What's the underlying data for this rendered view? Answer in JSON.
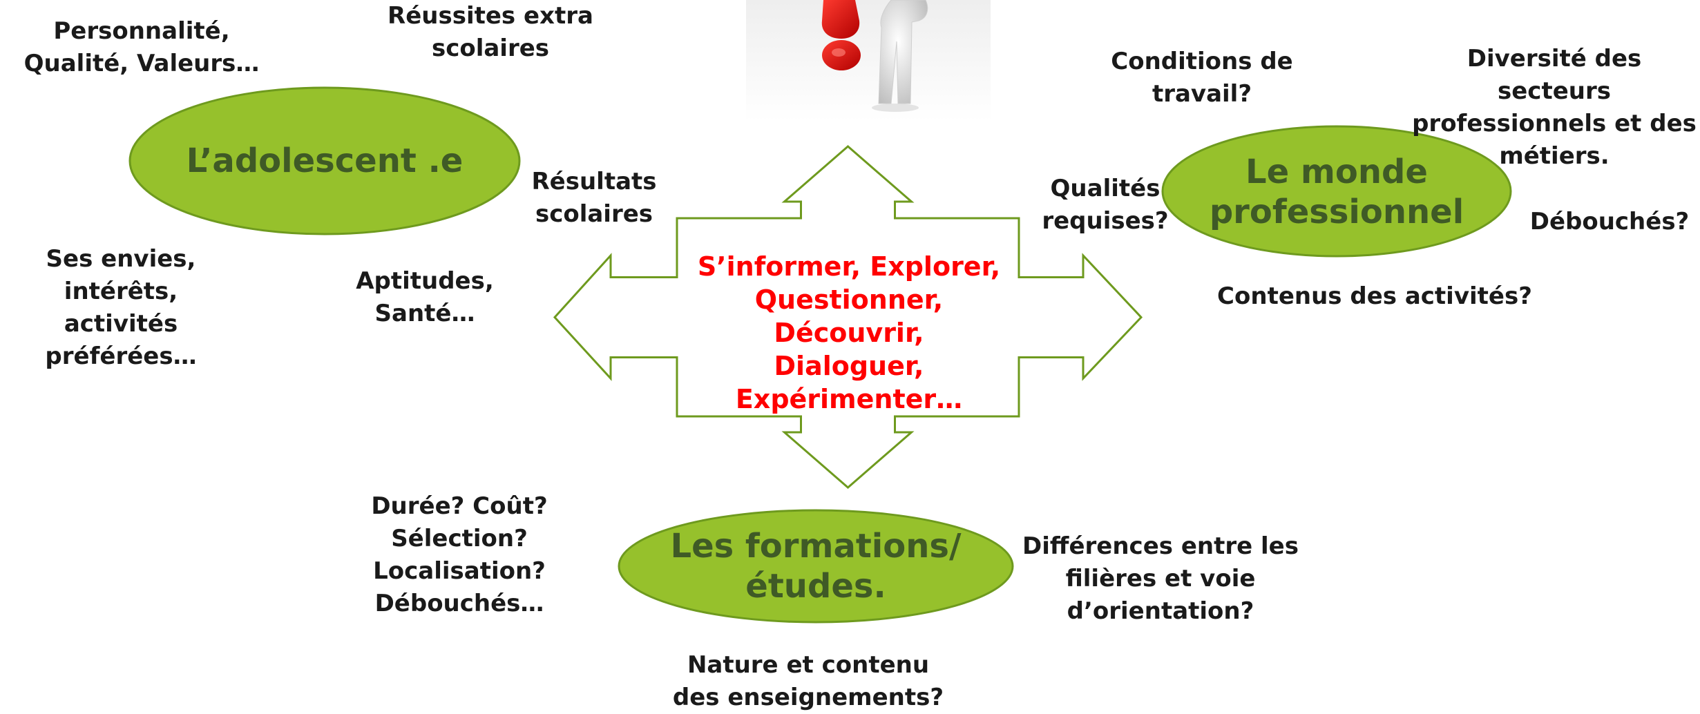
{
  "colors": {
    "ellipse_fill": "#96c12c",
    "ellipse_stroke": "#6e9a1e",
    "arrow_stroke": "#6e9a1e",
    "node_text": "#3f5a26",
    "center_text": "#ff0000",
    "label_text": "#1a1a1a"
  },
  "center": {
    "text": "S’informer, Explorer,\nQuestionner, Découvrir,\nDialoguer,\nExpérimenter…"
  },
  "nodes": {
    "adolescent": "L’adolescent .e",
    "monde_pro": "Le monde\nprofessionnel",
    "formations": "Les formations/\nétudes."
  },
  "labels": {
    "personnalite": "Personnalité,\nQualité, Valeurs…",
    "reussites": "Réussites extra\nscolaires",
    "resultats": "Résultats\nscolaires",
    "envies": "Ses envies, intérêts,\nactivités préférées…",
    "aptitudes": "Aptitudes,\nSanté…",
    "conditions": "Conditions de\ntravail?",
    "diversite": "Diversité des secteurs\nprofessionnels et des\nmétiers.",
    "qualites": "Qualités\nrequises?",
    "debouches_pro": "Débouchés?",
    "contenus": "Contenus des activités?",
    "duree": "Durée? Coût?\nSélection? Localisation?\nDébouchés…",
    "differences": "Différences entre les\nfilières et voie\nd’orientation?",
    "nature": "Nature et contenu\ndes enseignements?"
  },
  "illustration": {
    "name": "question-mark-figure-illustration"
  }
}
